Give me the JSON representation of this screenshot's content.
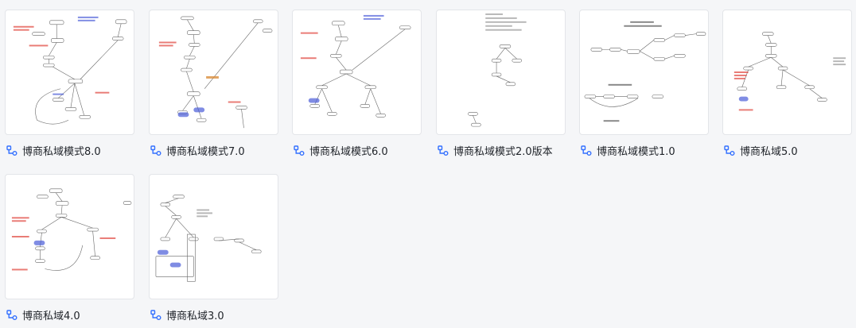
{
  "files": [
    {
      "name": "博商私域模式8.0",
      "icon": "mindmap-icon"
    },
    {
      "name": "博商私域模式7.0",
      "icon": "mindmap-icon"
    },
    {
      "name": "博商私域模式6.0",
      "icon": "mindmap-icon"
    },
    {
      "name": "博商私域模式2.0版本",
      "icon": "mindmap-icon"
    },
    {
      "name": "博商私域模式1.0",
      "icon": "mindmap-icon"
    },
    {
      "name": "博商私域5.0",
      "icon": "mindmap-icon"
    },
    {
      "name": "博商私域4.0",
      "icon": "mindmap-icon"
    },
    {
      "name": "博商私域3.0",
      "icon": "mindmap-icon"
    }
  ],
  "colors": {
    "icon": "#3370ff",
    "node_stroke": "#666666",
    "note_red": "#e0443c",
    "note_blue": "#4a5cd8",
    "note_orange": "#d98c3a"
  }
}
